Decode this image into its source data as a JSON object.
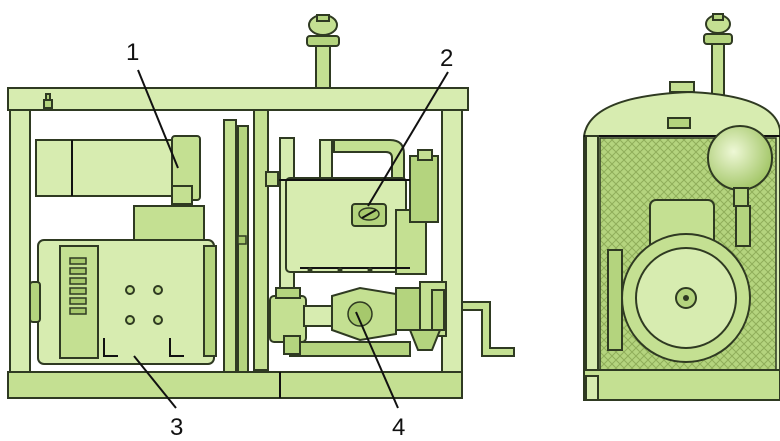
{
  "labels": {
    "l1": "1",
    "l2": "2",
    "l3": "3",
    "l4": "4"
  },
  "colors": {
    "body_light": "#d7ecb0",
    "body_mid": "#c4e092",
    "body_dark": "#a6c86c",
    "outline": "#2f3a22"
  }
}
